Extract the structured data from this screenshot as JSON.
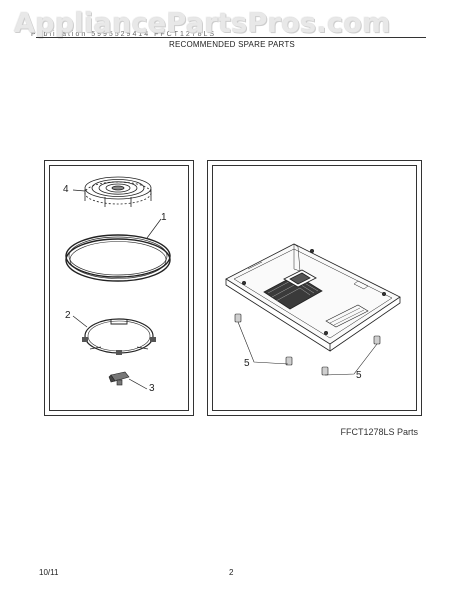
{
  "watermark": {
    "text": "AppliancePartsPros.com"
  },
  "header": {
    "line": "Publication 5995529414 FFCT1278LS",
    "section_title": "RECOMMENDED SPARE PARTS"
  },
  "left_diagram": {
    "callouts": {
      "c1": "1",
      "c2": "2",
      "c3": "3",
      "c4": "4"
    }
  },
  "right_diagram": {
    "callouts": {
      "c5a": "5",
      "c5b": "5"
    },
    "caption": "FFCT1278LS Parts"
  },
  "footer": {
    "date": "10/11",
    "page": "2"
  }
}
